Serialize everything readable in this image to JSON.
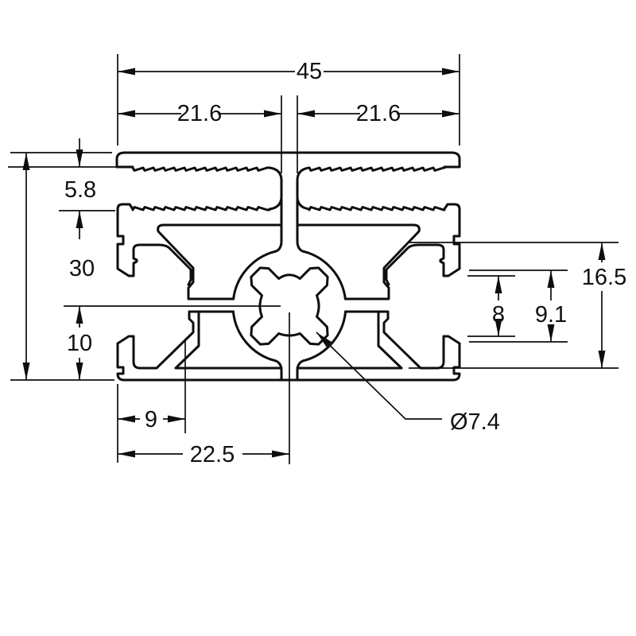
{
  "drawing": {
    "title": "aluminum t-slot extrusion profile cross-section",
    "background_color": "#ffffff",
    "line_color": "#0e0e0e",
    "dims": {
      "overall_width": "45",
      "left_flange_depth": "21.6",
      "right_flange_depth": "21.6",
      "panel_slot_gap": "5.8",
      "overall_height": "30",
      "slot_axis_height": "10",
      "tslot_cavity_height": "16.5",
      "tslot_opening": "8",
      "tslot_mouth_width": "9.1",
      "web_offset": "9",
      "center_offset": "22.5",
      "core_hole_diameter": "Ø7.4"
    }
  }
}
